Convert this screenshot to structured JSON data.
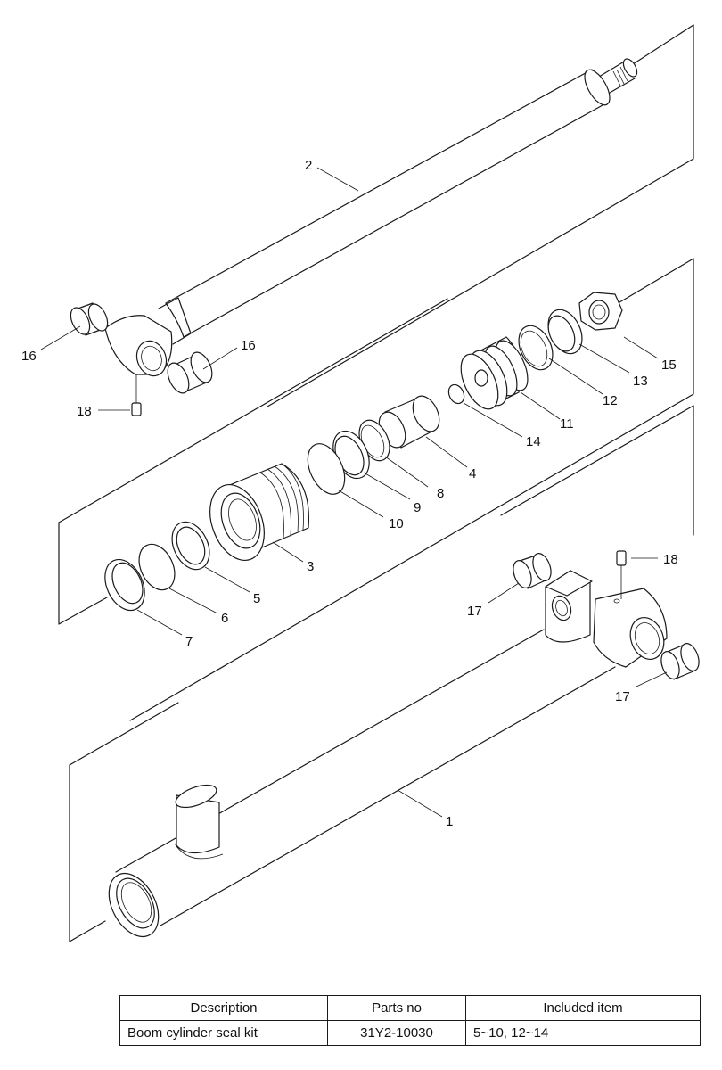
{
  "labels": {
    "l1": "1",
    "l2": "2",
    "l3": "3",
    "l4": "4",
    "l5": "5",
    "l6": "6",
    "l7": "7",
    "l8": "8",
    "l9": "9",
    "l10": "10",
    "l11": "11",
    "l12": "12",
    "l13": "13",
    "l14": "14",
    "l15": "15",
    "l16a": "16",
    "l16b": "16",
    "l17a": "17",
    "l17b": "17",
    "l18a": "18",
    "l18b": "18"
  },
  "table": {
    "headers": [
      "Description",
      "Parts no",
      "Included item"
    ],
    "rows": [
      [
        "Boom cylinder seal kit",
        "31Y2-10030",
        "5~10, 12~14"
      ]
    ]
  }
}
